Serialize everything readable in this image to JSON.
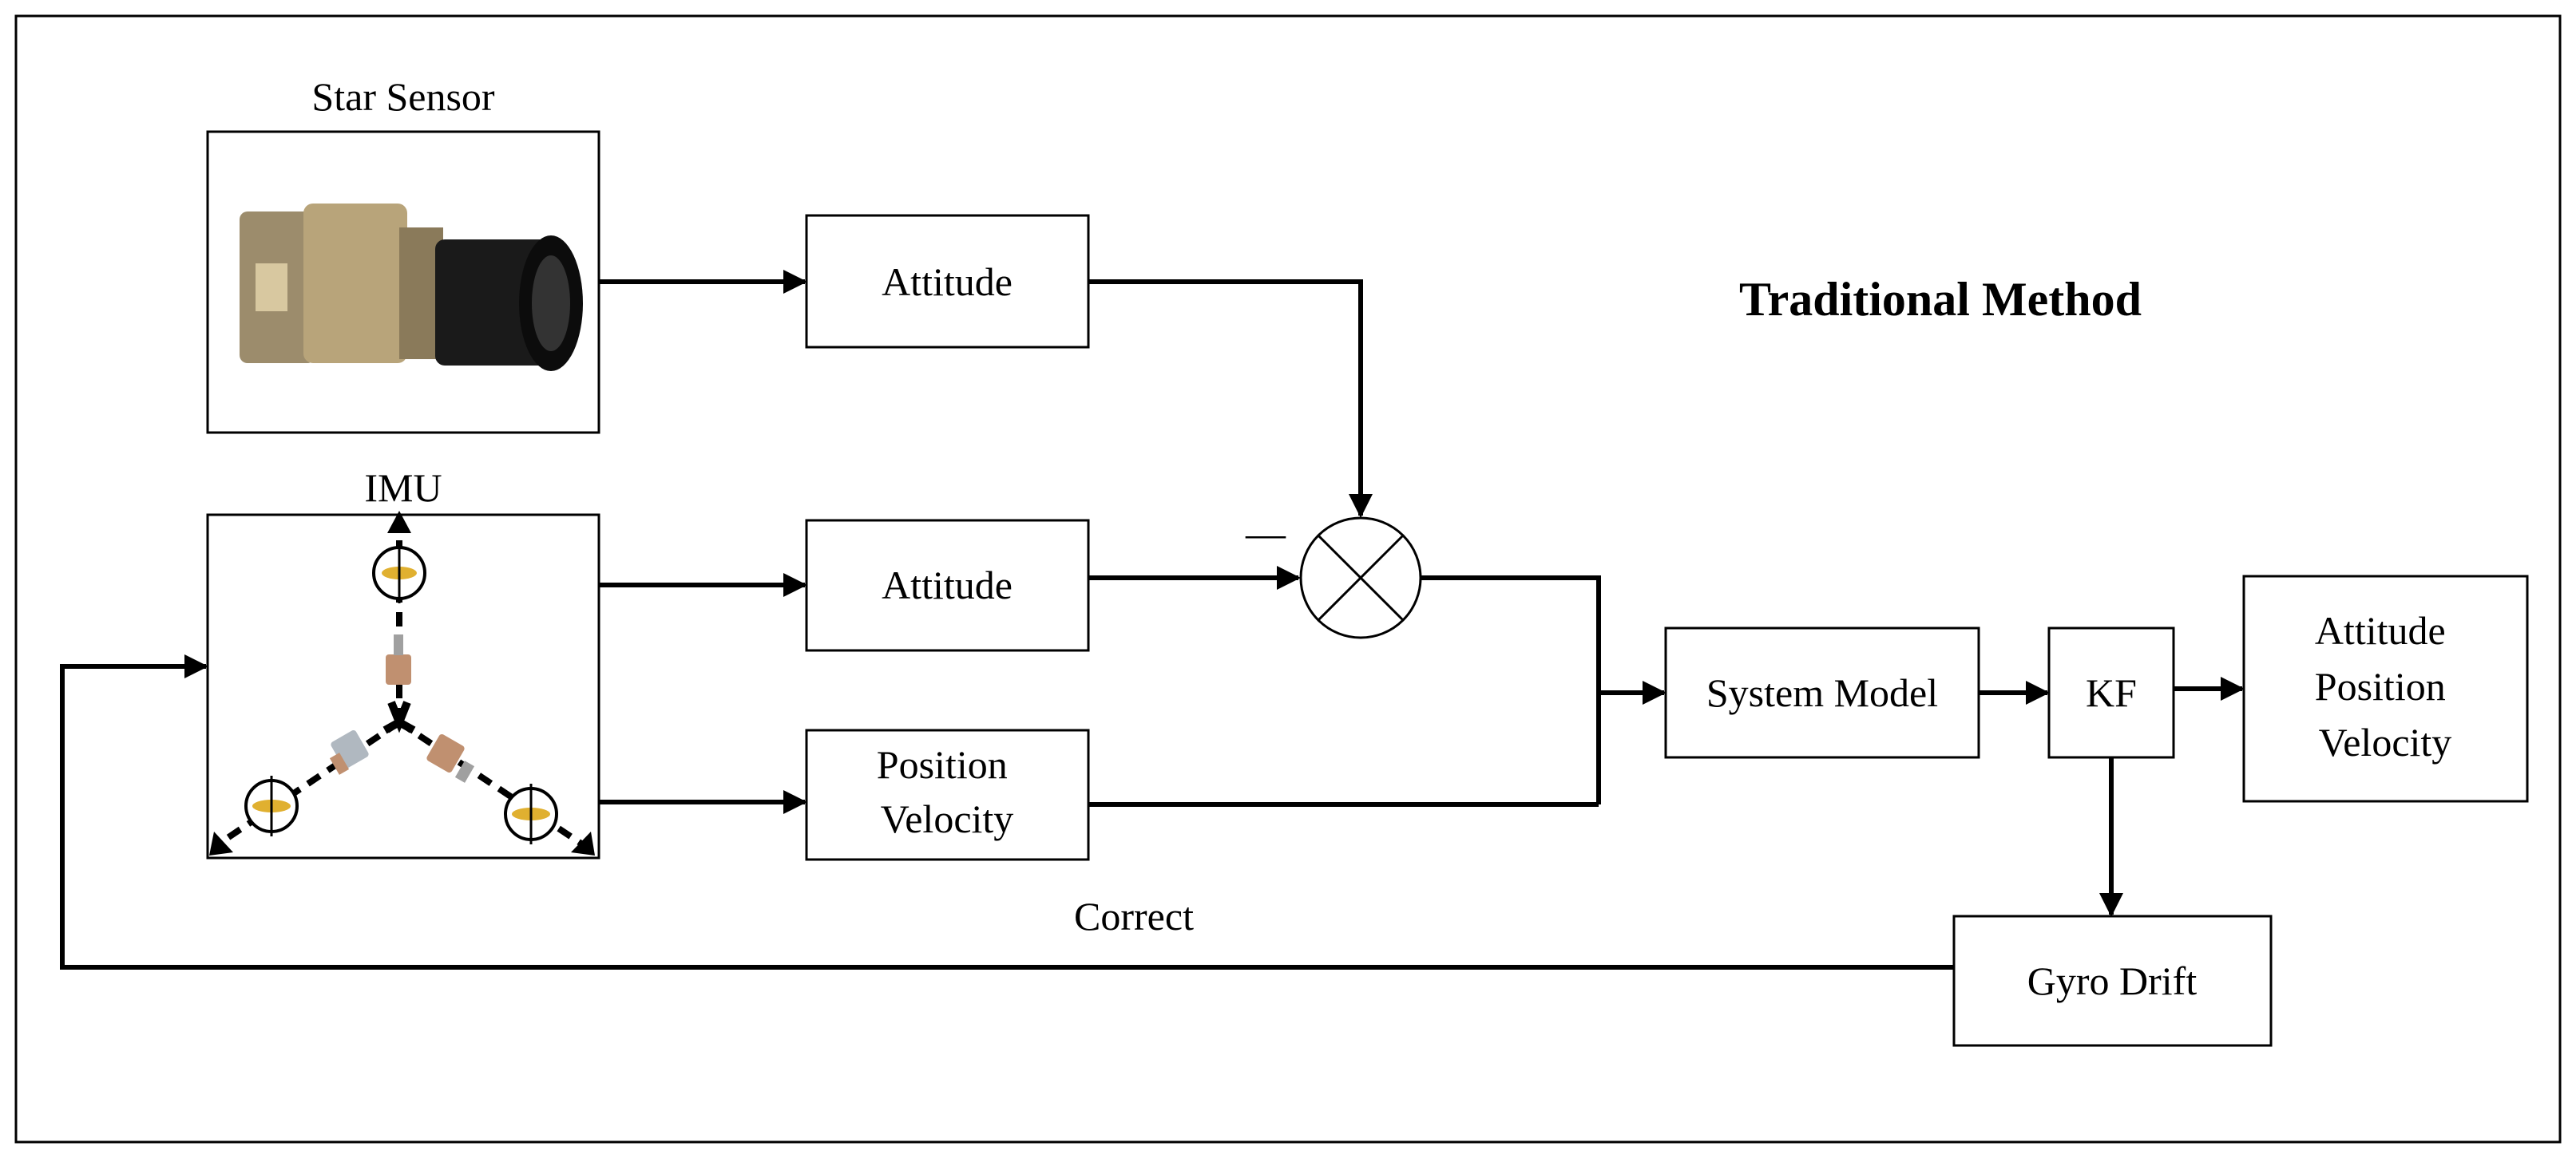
{
  "diagram": {
    "title": "Traditional Method",
    "star_sensor_label": "Star Sensor",
    "imu_label": "IMU",
    "attitude_top_label": "Attitude",
    "attitude_mid_label": "Attitude",
    "position_velocity_lines": [
      "Position",
      "Velocity"
    ],
    "minus_sign": "—",
    "system_model_label": "System Model",
    "kf_label": "KF",
    "output_lines": [
      "Attitude",
      "Position",
      "Velocity"
    ],
    "gyro_drift_label": "Gyro Drift",
    "correct_label": "Correct"
  },
  "colors": {
    "line": "#000000",
    "box_fill": "#ffffff",
    "sensor_metal": "#b8a47a",
    "sensor_lens": "#111111",
    "gyro_disk": "#e0b030",
    "accel_body": "#c09070"
  }
}
